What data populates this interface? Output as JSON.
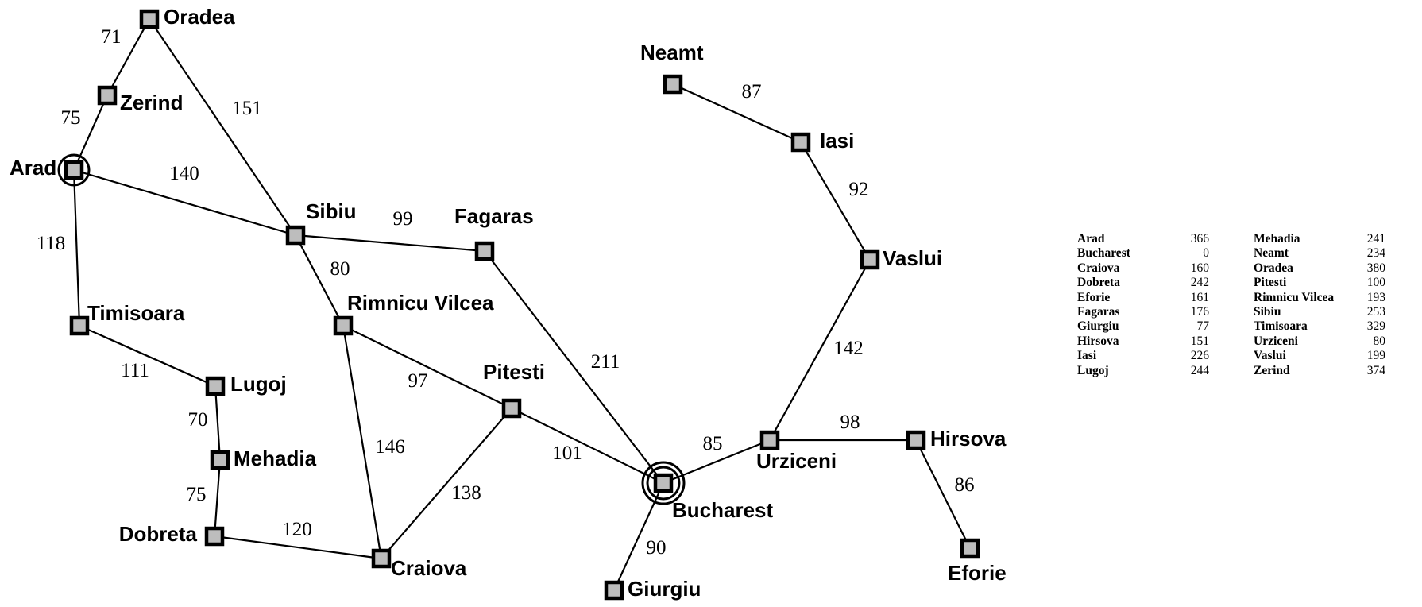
{
  "cities": [
    {
      "id": "arad",
      "name": "Arad",
      "start": true
    },
    {
      "id": "bucharest",
      "name": "Bucharest",
      "goal": true
    },
    {
      "id": "craiova",
      "name": "Craiova"
    },
    {
      "id": "dobreta",
      "name": "Dobreta"
    },
    {
      "id": "eforie",
      "name": "Eforie"
    },
    {
      "id": "fagaras",
      "name": "Fagaras"
    },
    {
      "id": "giurgiu",
      "name": "Giurgiu"
    },
    {
      "id": "hirsova",
      "name": "Hirsova"
    },
    {
      "id": "iasi",
      "name": "Iasi"
    },
    {
      "id": "lugoj",
      "name": "Lugoj"
    },
    {
      "id": "mehadia",
      "name": "Mehadia"
    },
    {
      "id": "neamt",
      "name": "Neamt"
    },
    {
      "id": "oradea",
      "name": "Oradea"
    },
    {
      "id": "pitesti",
      "name": "Pitesti"
    },
    {
      "id": "rimnicu",
      "name": "Rimnicu Vilcea"
    },
    {
      "id": "sibiu",
      "name": "Sibiu"
    },
    {
      "id": "timisoara",
      "name": "Timisoara"
    },
    {
      "id": "urziceni",
      "name": "Urziceni"
    },
    {
      "id": "vaslui",
      "name": "Vaslui"
    },
    {
      "id": "zerind",
      "name": "Zerind"
    }
  ],
  "roads": [
    {
      "from": "oradea",
      "to": "zerind",
      "distance": "71"
    },
    {
      "from": "zerind",
      "to": "arad",
      "distance": "75"
    },
    {
      "from": "oradea",
      "to": "sibiu",
      "distance": "151"
    },
    {
      "from": "arad",
      "to": "sibiu",
      "distance": "140"
    },
    {
      "from": "arad",
      "to": "timisoara",
      "distance": "118"
    },
    {
      "from": "timisoara",
      "to": "lugoj",
      "distance": "111"
    },
    {
      "from": "lugoj",
      "to": "mehadia",
      "distance": "70"
    },
    {
      "from": "mehadia",
      "to": "dobreta",
      "distance": "75"
    },
    {
      "from": "dobreta",
      "to": "craiova",
      "distance": "120"
    },
    {
      "from": "sibiu",
      "to": "fagaras",
      "distance": "99"
    },
    {
      "from": "sibiu",
      "to": "rimnicu",
      "distance": "80"
    },
    {
      "from": "rimnicu",
      "to": "pitesti",
      "distance": "97"
    },
    {
      "from": "rimnicu",
      "to": "craiova",
      "distance": "146"
    },
    {
      "from": "craiova",
      "to": "pitesti",
      "distance": "138"
    },
    {
      "from": "fagaras",
      "to": "bucharest",
      "distance": "211"
    },
    {
      "from": "pitesti",
      "to": "bucharest",
      "distance": "101"
    },
    {
      "from": "bucharest",
      "to": "giurgiu",
      "distance": "90"
    },
    {
      "from": "bucharest",
      "to": "urziceni",
      "distance": "85"
    },
    {
      "from": "urziceni",
      "to": "hirsova",
      "distance": "98"
    },
    {
      "from": "hirsova",
      "to": "eforie",
      "distance": "86"
    },
    {
      "from": "urziceni",
      "to": "vaslui",
      "distance": "142"
    },
    {
      "from": "vaslui",
      "to": "iasi",
      "distance": "92"
    },
    {
      "from": "iasi",
      "to": "neamt",
      "distance": "87"
    }
  ],
  "heuristic_table": {
    "left": [
      {
        "city": "Arad",
        "value": "366"
      },
      {
        "city": "Bucharest",
        "value": "0"
      },
      {
        "city": "Craiova",
        "value": "160"
      },
      {
        "city": "Dobreta",
        "value": "242"
      },
      {
        "city": "Eforie",
        "value": "161"
      },
      {
        "city": "Fagaras",
        "value": "176"
      },
      {
        "city": "Giurgiu",
        "value": "77"
      },
      {
        "city": "Hirsova",
        "value": "151"
      },
      {
        "city": "Iasi",
        "value": "226"
      },
      {
        "city": "Lugoj",
        "value": "244"
      }
    ],
    "right": [
      {
        "city": "Mehadia",
        "value": "241"
      },
      {
        "city": "Neamt",
        "value": "234"
      },
      {
        "city": "Oradea",
        "value": "380"
      },
      {
        "city": "Pitesti",
        "value": "100"
      },
      {
        "city": "Rimnicu Vilcea",
        "value": "193"
      },
      {
        "city": "Sibiu",
        "value": "253"
      },
      {
        "city": "Timisoara",
        "value": "329"
      },
      {
        "city": "Urziceni",
        "value": "80"
      },
      {
        "city": "Vaslui",
        "value": "199"
      },
      {
        "city": "Zerind",
        "value": "374"
      }
    ]
  },
  "colors": {
    "node_fill": "#bdbdbd",
    "line": "#000000",
    "background": "#ffffff"
  }
}
